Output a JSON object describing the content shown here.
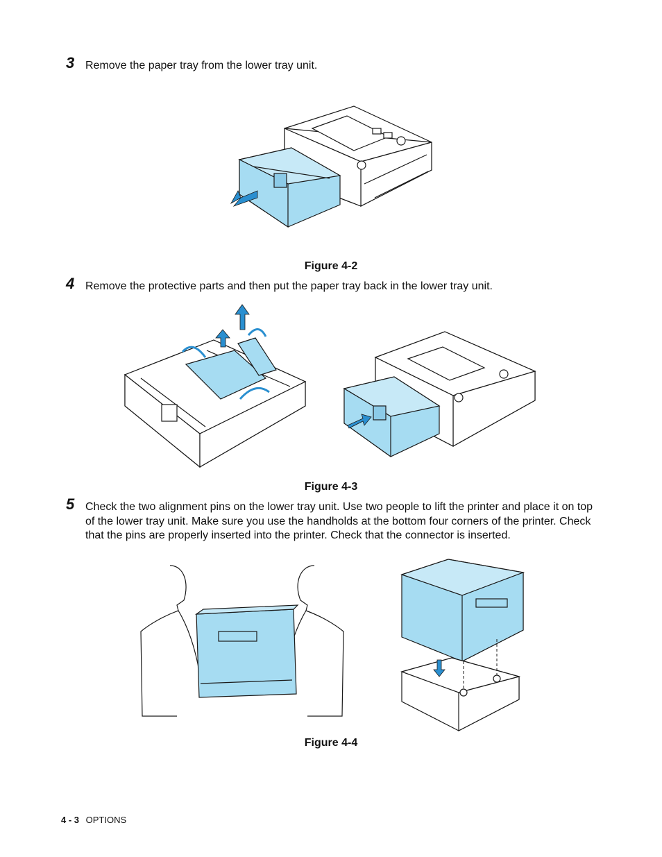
{
  "steps": [
    {
      "number": "3",
      "text": "Remove the paper tray from the lower tray unit."
    },
    {
      "number": "4",
      "text": "Remove the protective parts and then put the paper tray back in the lower tray unit."
    },
    {
      "number": "5",
      "text": "Check the two alignment pins on the lower tray unit. Use two people to lift the printer and place it on top of the lower tray unit. Make sure you use the handholds at the bottom four corners of the printer. Check that the pins are properly inserted into the printer. Check that the connector is inserted."
    }
  ],
  "captions": {
    "fig2": "Figure 4-2",
    "fig3": "Figure 4-3",
    "fig4": "Figure 4-4"
  },
  "footer": {
    "page": "4 - 3",
    "section": "OPTIONS"
  },
  "colors": {
    "highlight_blue": "#a6dcf2",
    "arrow_blue": "#2a8fd0",
    "line": "#1a1a1a"
  }
}
